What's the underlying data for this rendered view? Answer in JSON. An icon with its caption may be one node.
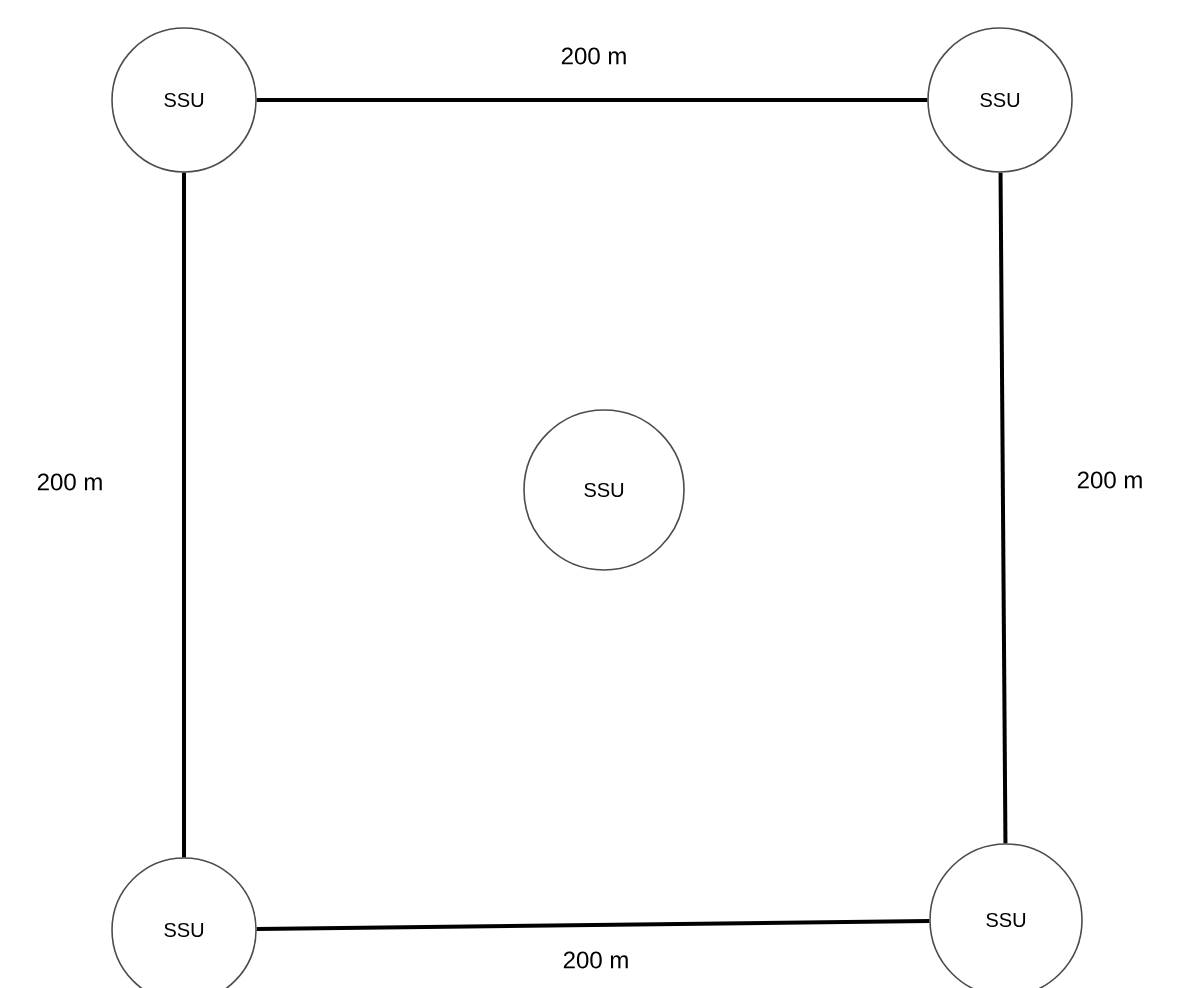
{
  "diagram": {
    "nodes": [
      {
        "text": [
          "SSU"
        ]
      },
      {
        "text": [
          "SSU"
        ]
      },
      {
        "text": [
          "SSU"
        ]
      },
      {
        "text": [
          "SSU"
        ]
      },
      {
        "text": [
          "SSU"
        ]
      }
    ],
    "edges": [
      {
        "from": 0,
        "to": 1,
        "arrow": "none",
        "label": "200 m"
      },
      {
        "from": 0,
        "to": 3,
        "arrow": "none",
        "label": "200 m"
      },
      {
        "from": 1,
        "to": 4,
        "arrow": "none",
        "label": "200 m"
      },
      {
        "from": 3,
        "to": 4,
        "arrow": "none",
        "label": "200 m"
      }
    ]
  }
}
